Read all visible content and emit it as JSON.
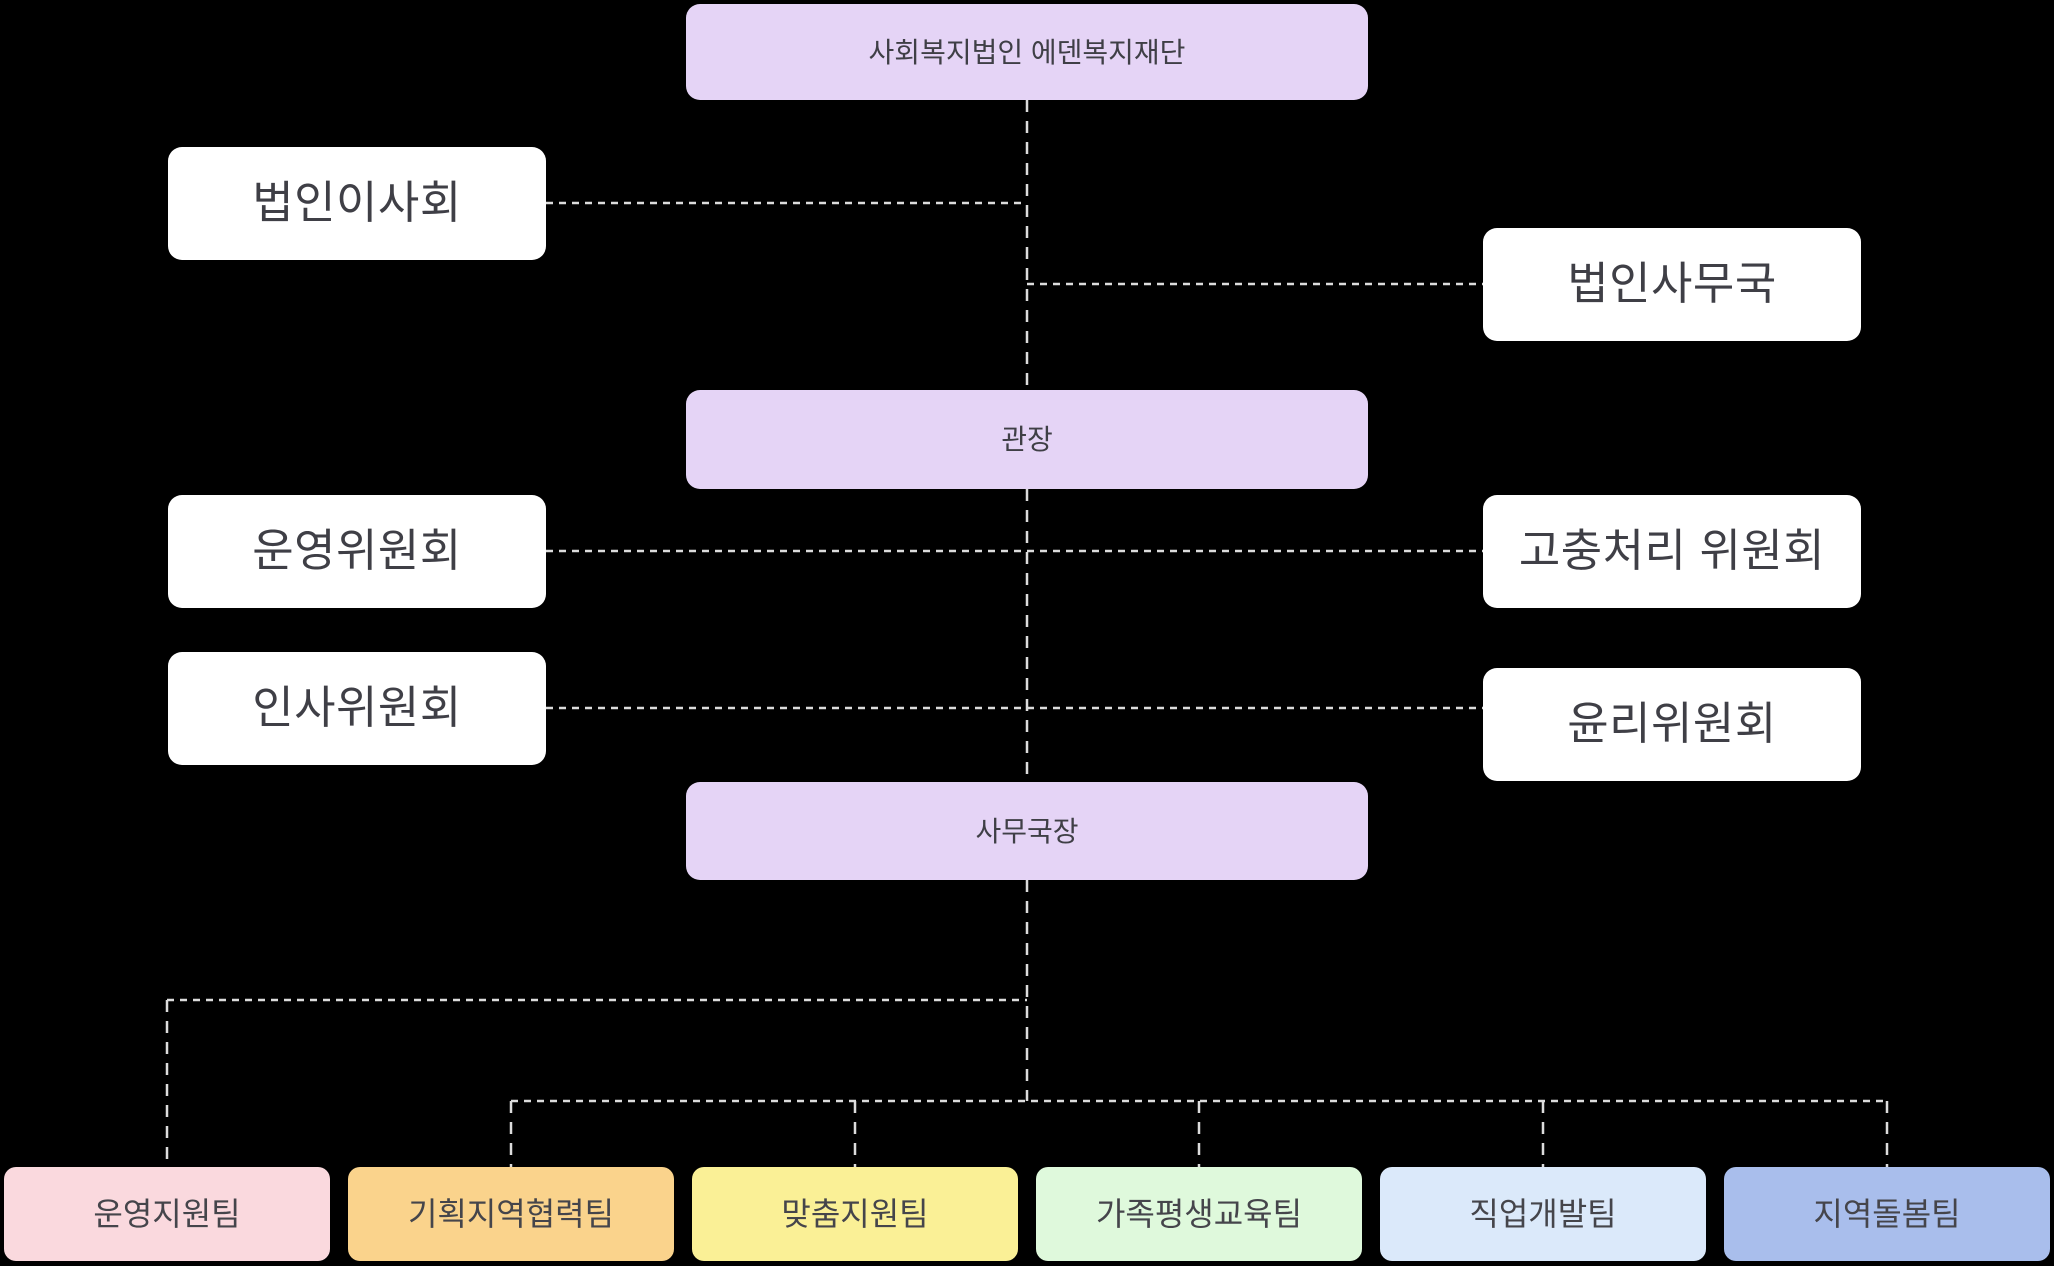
{
  "diagram": {
    "background": "#000000",
    "connector_color": "#DCDCDC",
    "text_color": "#3F3F46",
    "nodes": {
      "foundation": {
        "label": "사회복지법인 에덴복지재단",
        "fill": "#E5D4F6"
      },
      "board": {
        "label": "법인이사회",
        "fill": "#FFFFFF"
      },
      "secretariat": {
        "label": "법인사무국",
        "fill": "#FFFFFF"
      },
      "director": {
        "label": "관장",
        "fill": "#E5D4F6"
      },
      "steering": {
        "label": "운영위원회",
        "fill": "#FFFFFF"
      },
      "grievance": {
        "label": "고충처리 위원회",
        "fill": "#FFFFFF"
      },
      "personnel": {
        "label": "인사위원회",
        "fill": "#FFFFFF"
      },
      "ethics": {
        "label": "윤리위원회",
        "fill": "#FFFFFF"
      },
      "secretary_general": {
        "label": "사무국장",
        "fill": "#E5D4F6"
      },
      "teams": [
        {
          "label": "운영지원팀",
          "fill": "#FAD9DE"
        },
        {
          "label": "기획지역협력팀",
          "fill": "#FAD38C"
        },
        {
          "label": "맞춤지원팀",
          "fill": "#FAF096"
        },
        {
          "label": "가족평생교육팀",
          "fill": "#DFF9DC"
        },
        {
          "label": "직업개발팀",
          "fill": "#DBE9FA"
        },
        {
          "label": "지역돌봄팀",
          "fill": "#A9BEEC"
        }
      ]
    }
  }
}
